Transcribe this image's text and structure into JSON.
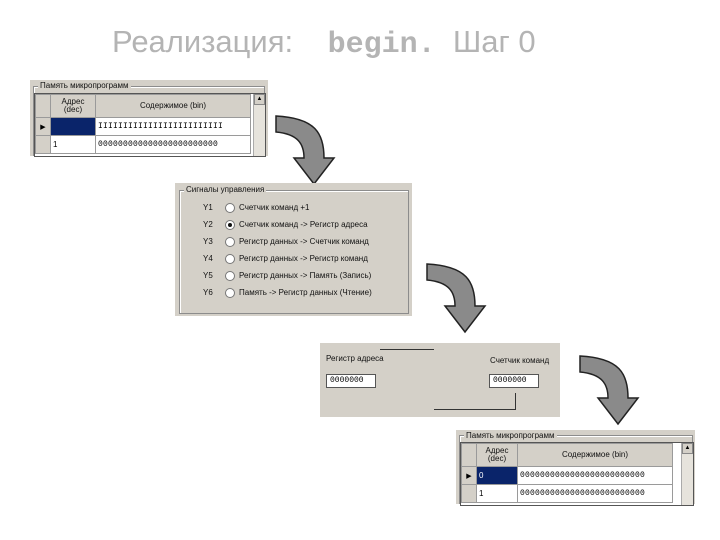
{
  "title": {
    "prefix": "Реализация:",
    "code": "begin.",
    "suffix": "Шаг 0"
  },
  "mem1": {
    "group_label": "Память микропрограмм",
    "col_addr": "Адрес (dec)",
    "col_content": "Содержимое (bin)",
    "rows": [
      {
        "marker": "▶",
        "addr": "",
        "content": "IIIIIIIIIIIIIIIIIIIIIIIII",
        "selected": true
      },
      {
        "marker": "",
        "addr": "1",
        "content": "000000000000000000000000",
        "selected": false
      }
    ]
  },
  "signals": {
    "group_label": "Сигналы управления",
    "items": [
      {
        "y": "Y1",
        "text": "Счетчик команд +1",
        "checked": false
      },
      {
        "y": "Y2",
        "text": "Счетчик команд -> Регистр адреса",
        "checked": true
      },
      {
        "y": "Y3",
        "text": "Регистр данных -> Счетчик команд",
        "checked": false
      },
      {
        "y": "Y4",
        "text": "Регистр данных -> Регистр команд",
        "checked": false
      },
      {
        "y": "Y5",
        "text": "Регистр данных -> Память (Запись)",
        "checked": false
      },
      {
        "y": "Y6",
        "text": "Память -> Регистр данных (Чтение)",
        "checked": false
      }
    ]
  },
  "registers": {
    "addr_label": "Регистр адреса",
    "addr_value": "0000000",
    "counter_label": "Счетчик команд",
    "counter_value": "0000000"
  },
  "mem2": {
    "group_label": "Память микропрограмм",
    "col_addr": "Адрес (dec)",
    "col_content": "Содержимое (bin)",
    "rows": [
      {
        "marker": "▶",
        "addr": "0",
        "content": "0000000000000000000000000",
        "selected": true
      },
      {
        "marker": "",
        "addr": "1",
        "content": "0000000000000000000000000",
        "selected": false
      }
    ]
  }
}
